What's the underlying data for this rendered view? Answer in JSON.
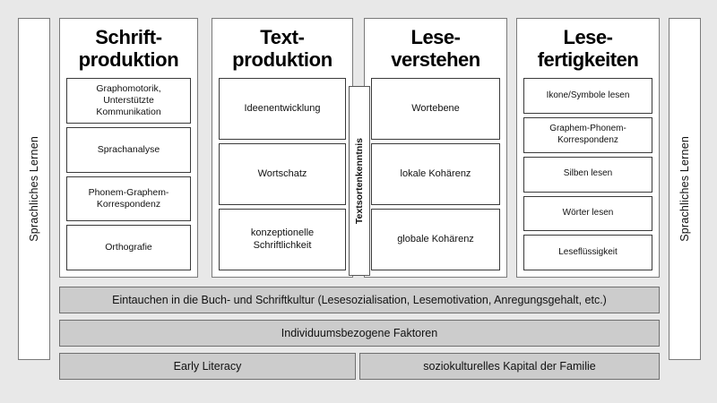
{
  "diagram": {
    "background_color": "#e8e8e8",
    "bar_color": "#cccccc",
    "border_color": "#7a7a7a"
  },
  "side_rails": {
    "left": {
      "label": "Sprachliches Lernen"
    },
    "right": {
      "label": "Sprachliches Lernen"
    }
  },
  "columns": [
    {
      "title": "Schrift-\nproduktion",
      "items": [
        "Graphomotorik,\nUnterstützte\nKommunikation",
        "Sprachanalyse",
        "Phonem-Graphem-\nKorrespondenz",
        "Orthografie"
      ]
    },
    {
      "title": "Text-\nproduktion",
      "items": [
        "Ideenentwicklung",
        "Wortschatz",
        "konzeptionelle\nSchriftlichkeit"
      ]
    },
    {
      "title": "Lese-\nverstehen",
      "items": [
        "Wortebene",
        "lokale Kohärenz",
        "globale Kohärenz"
      ]
    },
    {
      "title": "Lese-\nfertigkeiten",
      "items": [
        "Ikone/Symbole lesen",
        "Graphem-Phonem-\nKorrespondenz",
        "Silben lesen",
        "Wörter lesen",
        "Leseflüssigkeit"
      ]
    }
  ],
  "divider": {
    "label": "Textsortenkenntnis"
  },
  "bars": {
    "immersion": "Eintauchen in die Buch- und Schriftkultur (Lesesozialisation, Lesemotivation, Anregungsgehalt, etc.)",
    "individual": "Individuumsbezogene Faktoren",
    "early_literacy": "Early Literacy",
    "sociocultural": "soziokulturelles Kapital der Familie"
  }
}
